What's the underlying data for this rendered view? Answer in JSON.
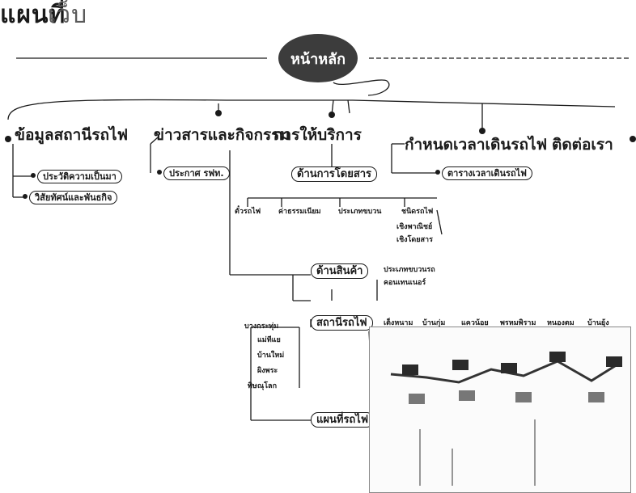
{
  "page_title_part1": "แผนที่",
  "page_title_part2": "เว็บ",
  "hub": "หน้าหลัก",
  "sections": {
    "info": "ข้อมูลสถานีรถไฟ",
    "news": "ข่าวสารและกิจกรรม",
    "services": "การให้บริการ",
    "schedule": "กำหนดเวลาเดินรถไฟ",
    "contact": "ติดต่อเรา"
  },
  "info_children": [
    "ประวัติความเป็นมา",
    "วิสัยทัศน์และพันธกิจ"
  ],
  "news_children": [
    "ประกาศ รฟท."
  ],
  "schedule_children": [
    "ตารางเวลาเดินรถไฟ"
  ],
  "services_children": {
    "passenger": "ด้านการโดยสาร",
    "freight": "ด้านสินค้า",
    "stations": "สถานีรถไฟ",
    "map": "แผนที่รถไฟ"
  },
  "passenger_items": [
    "ตั๋วรถไฟ",
    "ค่าธรรมเนียม",
    "ประเภทขบวน",
    "ชนิดรถไฟ"
  ],
  "train_type_items": [
    "เชิงพาณิชย์",
    "เชิงโดยสาร"
  ],
  "freight_items": [
    "ประเภทขบวนรถ",
    "คอนเทนเนอร์"
  ],
  "left_stations": [
    "บางกระทุ่ม",
    "แม่ทีแย",
    "บ้านใหม่",
    "ผิงพระ",
    "พิษณุโลก"
  ],
  "right_stations": [
    "เต็งหนาม",
    "บ้านกุ่ม",
    "แควน้อย",
    "พรหมพิราม",
    "หนองตม",
    "บ้านยุ้ง"
  ]
}
